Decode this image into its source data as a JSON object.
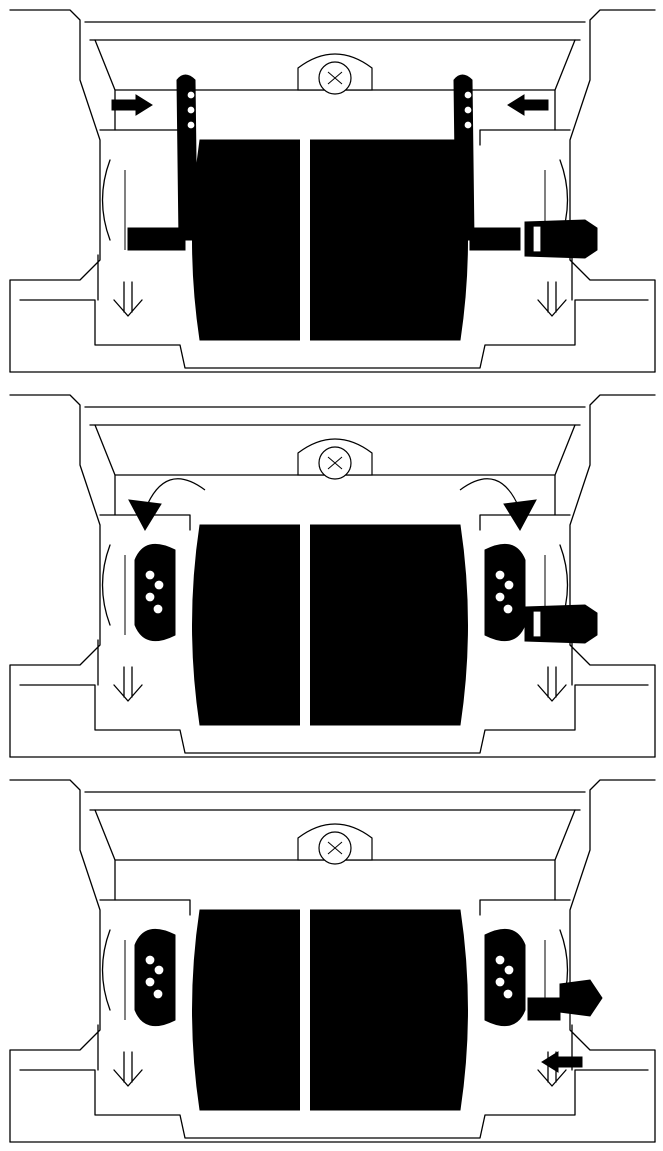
{
  "figure": {
    "kind": "instruction-illustration",
    "steps": [
      {
        "id": "step-1",
        "action": "squeeze-levers",
        "arrows": [
          "arrow-right",
          "arrow-left"
        ]
      },
      {
        "id": "step-2",
        "action": "rotate-levers-outward",
        "arrows": [
          "curved-arrow-left",
          "curved-arrow-right"
        ]
      },
      {
        "id": "step-3",
        "action": "slide-shaft-out",
        "arrows": [
          "arrow-left"
        ]
      }
    ],
    "colors": {
      "ink": "#000000",
      "paper": "#ffffff"
    },
    "icons": [
      "screw-icon",
      "down-arrow-icon",
      "arrow-icon",
      "curved-arrow-icon",
      "roller-icon",
      "lever-icon",
      "shaft-icon"
    ]
  }
}
